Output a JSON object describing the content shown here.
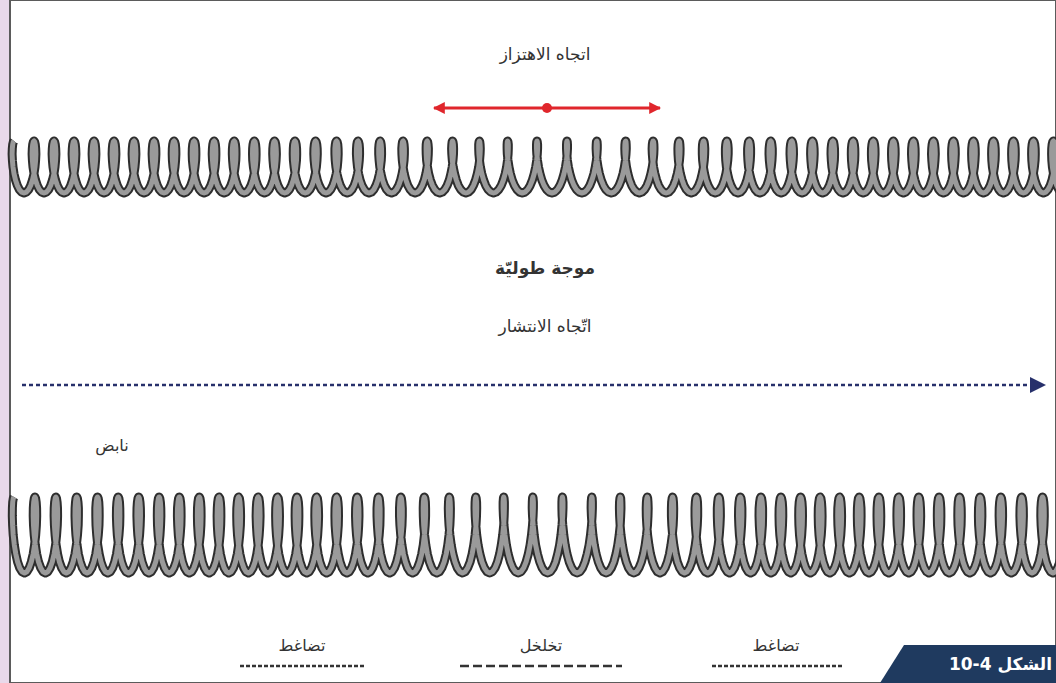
{
  "diagram": {
    "nodes": [
      {
        "text": [
          "الشكل 4-10"
        ]
      }
    ],
    "labels": [
      "اتجاه الاهتزاز",
      "موجة طوليّة",
      "اتّجاه الانتشار",
      "نابض",
      "تضاغط",
      "تخلخل",
      "تضاغط"
    ]
  }
}
